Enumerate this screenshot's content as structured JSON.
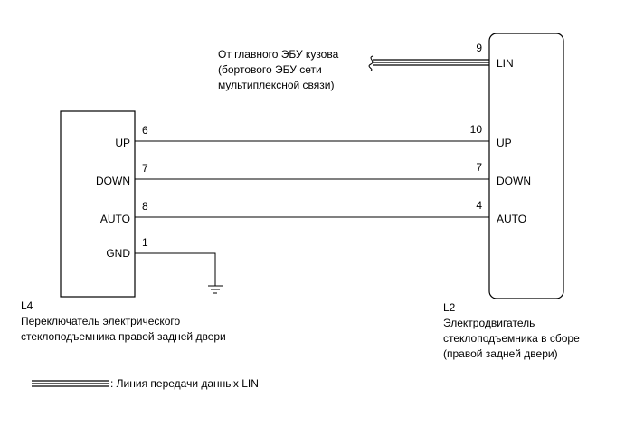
{
  "colors": {
    "line": "#000000",
    "background": "#ffffff"
  },
  "source_note": {
    "line1": "От главного ЭБУ кузова",
    "line2": "(бортового ЭБУ сети",
    "line3": "мультиплексной связи)"
  },
  "left_component": {
    "code": "L4",
    "name_line1": "Переключатель электрического",
    "name_line2": "стеклоподъемника правой задней двери",
    "terminals": [
      {
        "label": "UP",
        "pin": "6"
      },
      {
        "label": "DOWN",
        "pin": "7"
      },
      {
        "label": "AUTO",
        "pin": "8"
      },
      {
        "label": "GND",
        "pin": "1"
      }
    ]
  },
  "right_component": {
    "code": "L2",
    "name_line1": "Электродвигатель",
    "name_line2": "стеклоподъемника в сборе",
    "name_line3": "(правой задней двери)",
    "terminals": [
      {
        "label": "LIN",
        "pin": "9"
      },
      {
        "label": "UP",
        "pin": "10"
      },
      {
        "label": "DOWN",
        "pin": "7"
      },
      {
        "label": "AUTO",
        "pin": "4"
      }
    ]
  },
  "legend": {
    "text": ": Линия передачи данных LIN"
  }
}
